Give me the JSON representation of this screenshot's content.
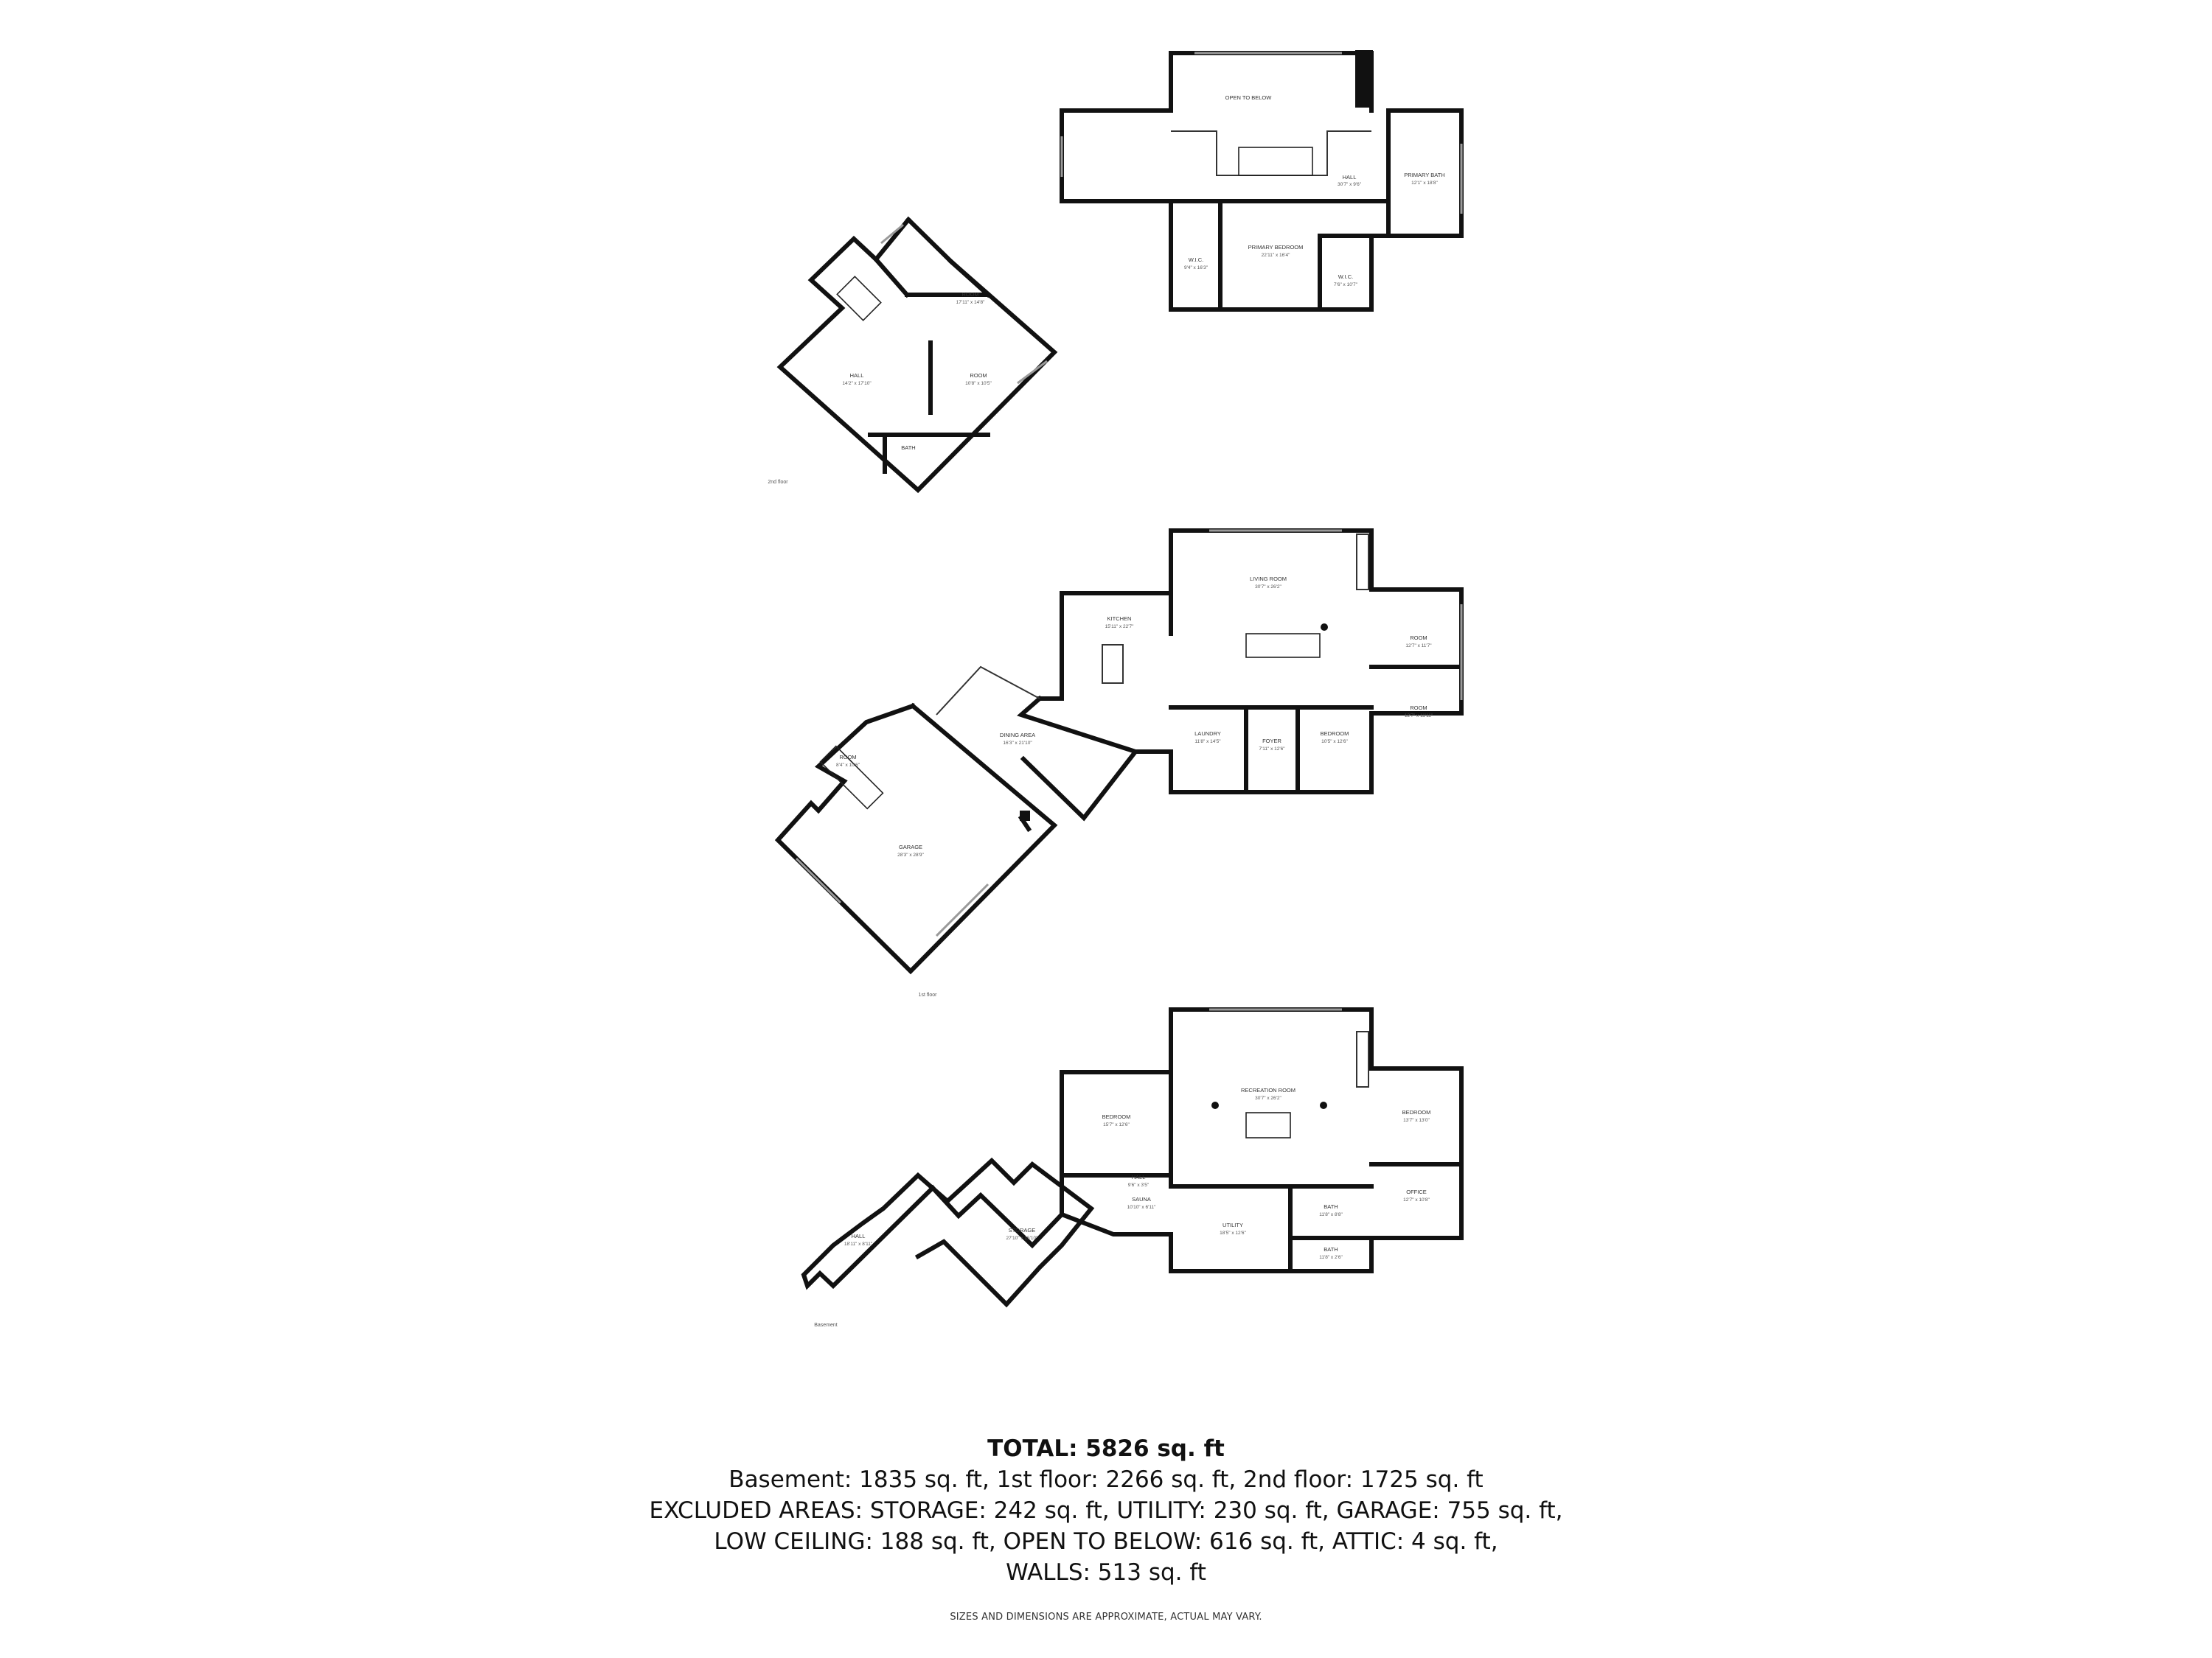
{
  "floors": {
    "second": {
      "label": "2nd floor",
      "rooms": [
        {
          "name": "OPEN TO BELOW",
          "dims": ""
        },
        {
          "name": "HALL",
          "dims": "30'7\" x 9'6\""
        },
        {
          "name": "PRIMARY BATH",
          "dims": "12'1\" x 18'8\""
        },
        {
          "name": "PRIMARY BEDROOM",
          "dims": "22'11\" x 16'4\""
        },
        {
          "name": "W.I.C.",
          "dims": "9'4\" x 16'3\""
        },
        {
          "name": "W.I.C.",
          "dims": "7'6\" x 10'7\""
        },
        {
          "name": "ROOM",
          "dims": "17'11\" x 14'8\""
        },
        {
          "name": "HALL",
          "dims": "14'2\" x 17'10\""
        },
        {
          "name": "ROOM",
          "dims": "10'8\" x 10'5\""
        },
        {
          "name": "BATH",
          "dims": ""
        }
      ]
    },
    "first": {
      "label": "1st floor",
      "rooms": [
        {
          "name": "LIVING ROOM",
          "dims": "30'7\" x 26'2\""
        },
        {
          "name": "KITCHEN",
          "dims": "15'11\" x 22'7\""
        },
        {
          "name": "ROOM",
          "dims": "12'7\" x 11'7\""
        },
        {
          "name": "ROOM",
          "dims": "12'7\" x 11'11\""
        },
        {
          "name": "DINING AREA",
          "dims": "16'3\" x 21'10\""
        },
        {
          "name": "LAUNDRY",
          "dims": "11'8\" x 14'5\""
        },
        {
          "name": "FOYER",
          "dims": "7'11\" x 12'6\""
        },
        {
          "name": "BEDROOM",
          "dims": "10'5\" x 12'6\""
        },
        {
          "name": "ROOM",
          "dims": "8'4\" x 10'6\""
        },
        {
          "name": "GARAGE",
          "dims": "28'3\" x 28'9\""
        }
      ]
    },
    "basement": {
      "label": "Basement",
      "rooms": [
        {
          "name": "RECREATION ROOM",
          "dims": "30'7\" x 26'2\""
        },
        {
          "name": "BEDROOM",
          "dims": "15'7\" x 12'6\""
        },
        {
          "name": "BEDROOM",
          "dims": "13'7\" x 13'0\""
        },
        {
          "name": "HALL",
          "dims": "9'6\" x 3'5\""
        },
        {
          "name": "SAUNA",
          "dims": "10'10\" x 6'11\""
        },
        {
          "name": "STORAGE",
          "dims": "27'10\" x 15'10\""
        },
        {
          "name": "HALL",
          "dims": "18'11\" x 8'11\""
        },
        {
          "name": "UTILITY",
          "dims": "18'5\" x 12'6\""
        },
        {
          "name": "BATH",
          "dims": "11'8\" x 8'8\""
        },
        {
          "name": "BATH",
          "dims": "11'8\" x 2'6\""
        },
        {
          "name": "OFFICE",
          "dims": "12'7\" x 10'8\""
        }
      ]
    }
  },
  "summary": {
    "total": "TOTAL: 5826 sq. ft",
    "line1": "Basement: 1835 sq. ft, 1st floor: 2266 sq. ft, 2nd floor: 1725 sq. ft",
    "line2": "EXCLUDED AREAS: STORAGE: 242 sq. ft, UTILITY: 230 sq. ft, GARAGE: 755 sq. ft,",
    "line3": "LOW CEILING: 188 sq. ft, OPEN TO BELOW: 616 sq. ft, ATTIC: 4 sq. ft,",
    "line4": "WALLS: 513 sq. ft"
  },
  "disclaimer": "SIZES AND DIMENSIONS ARE APPROXIMATE, ACTUAL MAY VARY."
}
